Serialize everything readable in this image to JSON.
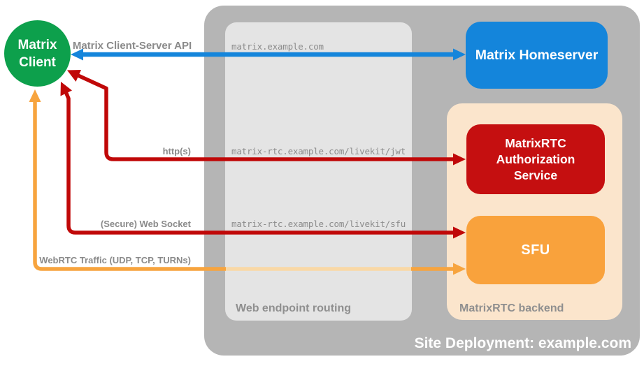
{
  "diagram": {
    "nodes": {
      "client": {
        "line1": "Matrix",
        "line2": "Client",
        "color": "#0da04c"
      },
      "homeserver": {
        "label": "Matrix Homeserver",
        "color": "#1485db"
      },
      "auth": {
        "label": "MatrixRTC Authorization Service",
        "color": "#c50f10"
      },
      "sfu": {
        "label": "SFU",
        "color": "#f9a23c"
      }
    },
    "groups": {
      "routing": {
        "label": "Web endpoint routing",
        "color": "#e4e4e4"
      },
      "backend": {
        "label": "MatrixRTC backend",
        "color": "#fbe5cc"
      },
      "site": {
        "label": "Site Deployment: example.com",
        "color": "#b5b5b5"
      }
    },
    "edges": {
      "api": {
        "label": "Matrix Client-Server API",
        "route": "matrix.example.com",
        "color": "#1485db"
      },
      "jwt": {
        "label": "http(s)",
        "route": "matrix-rtc.example.com/livekit/jwt",
        "color": "#c00808"
      },
      "ws": {
        "label": "(Secure) Web Socket",
        "route": "matrix-rtc.example.com/livekit/sfu",
        "color": "#c00808"
      },
      "webrtc": {
        "label": "WebRTC Traffic (UDP, TCP, TURNs)",
        "color": "#f7a43e",
        "faded_color": "#f9d8a6"
      }
    }
  }
}
